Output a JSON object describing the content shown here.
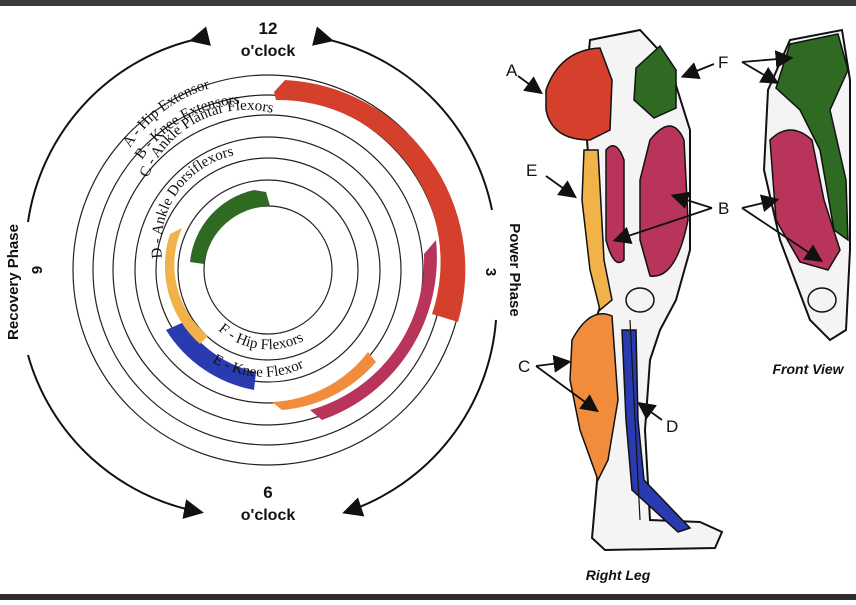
{
  "clock": {
    "twelve": "12",
    "twelve_sub": "o'clock",
    "three": "3",
    "six": "6",
    "six_sub": "o'clock",
    "nine": "9"
  },
  "phases": {
    "power": "Power Phase",
    "recovery": "Recovery Phase"
  },
  "muscle_labels": {
    "a": "A - Hip Extensor",
    "b": "B - Knee Extensors",
    "c": "C - Ankle Plantar Flexors",
    "d": "D - Ankle Dorsiflexors",
    "f": "F - Hip Flexors",
    "e": "E - Knee Flexor"
  },
  "leg_letters": {
    "a": "A",
    "b": "B",
    "c": "C",
    "d": "D",
    "e": "E",
    "f": "F"
  },
  "captions": {
    "right_leg": "Right Leg",
    "front_view": "Front View"
  },
  "colors": {
    "hip_extensor": "#d4402c",
    "knee_extensors": "#b8345a",
    "plantar_flexors": "#f08c3c",
    "dorsiflexors": "#2a3ab0",
    "hip_flexors": "#2f6a23",
    "knee_flexor": "#f2b24a"
  }
}
